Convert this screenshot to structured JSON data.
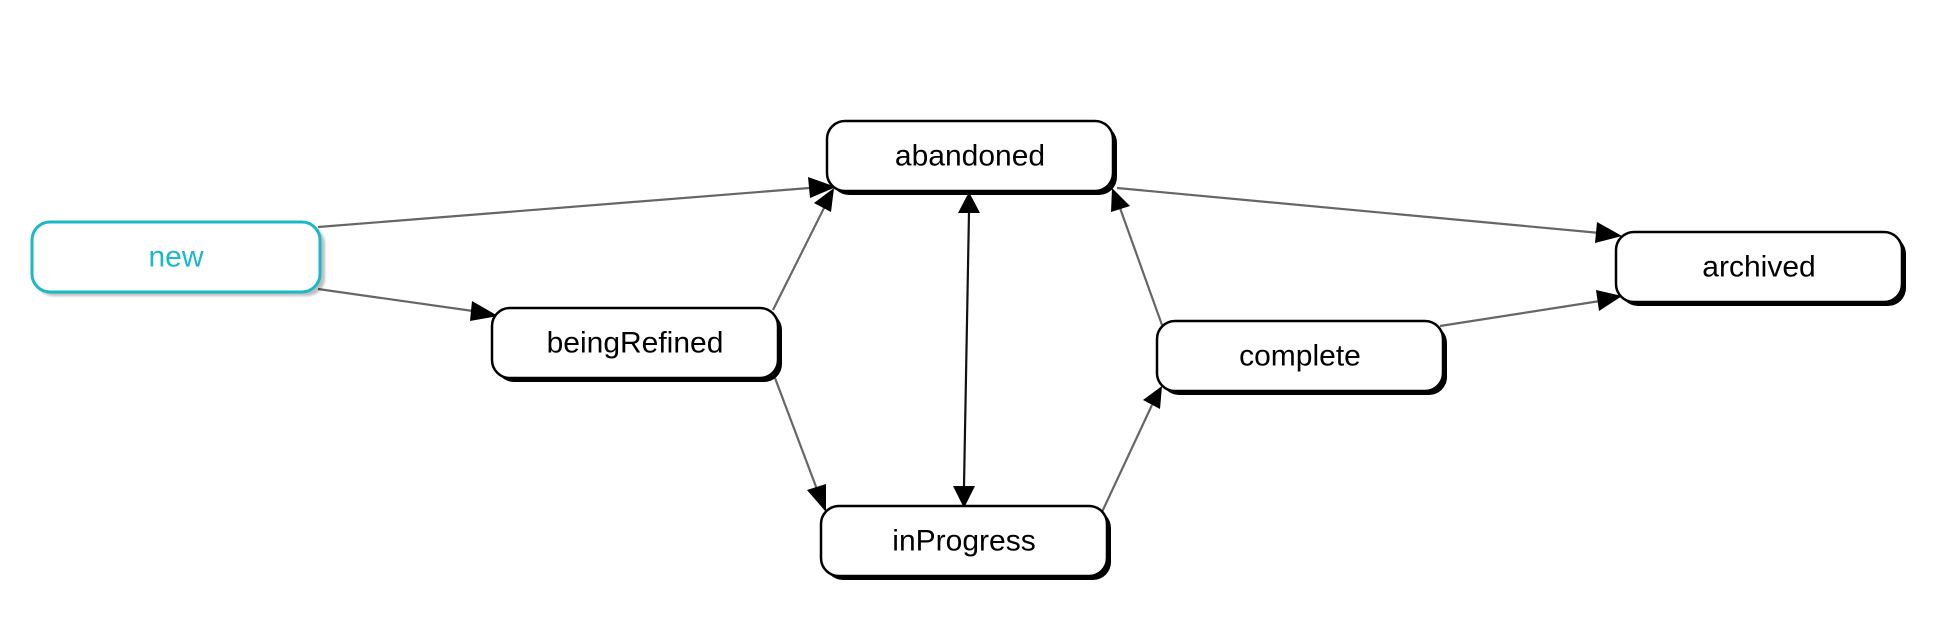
{
  "diagram": {
    "type": "state-transition-graph",
    "colors": {
      "highlight": "#1ab8c8",
      "node_border": "#000000",
      "node_fill": "#ffffff",
      "edge": "#666666",
      "arrow": "#000000"
    },
    "nodes": [
      {
        "id": "new",
        "label": "new",
        "highlighted": true
      },
      {
        "id": "beingRefined",
        "label": "beingRefined",
        "highlighted": false
      },
      {
        "id": "abandoned",
        "label": "abandoned",
        "highlighted": false
      },
      {
        "id": "inProgress",
        "label": "inProgress",
        "highlighted": false
      },
      {
        "id": "complete",
        "label": "complete",
        "highlighted": false
      },
      {
        "id": "archived",
        "label": "archived",
        "highlighted": false
      }
    ],
    "edges": [
      {
        "from": "new",
        "to": "abandoned"
      },
      {
        "from": "new",
        "to": "beingRefined"
      },
      {
        "from": "beingRefined",
        "to": "abandoned"
      },
      {
        "from": "beingRefined",
        "to": "inProgress"
      },
      {
        "from": "abandoned",
        "to": "inProgress",
        "bidirectional": true
      },
      {
        "from": "inProgress",
        "to": "complete"
      },
      {
        "from": "complete",
        "to": "abandoned"
      },
      {
        "from": "complete",
        "to": "archived"
      },
      {
        "from": "abandoned",
        "to": "archived"
      }
    ]
  }
}
